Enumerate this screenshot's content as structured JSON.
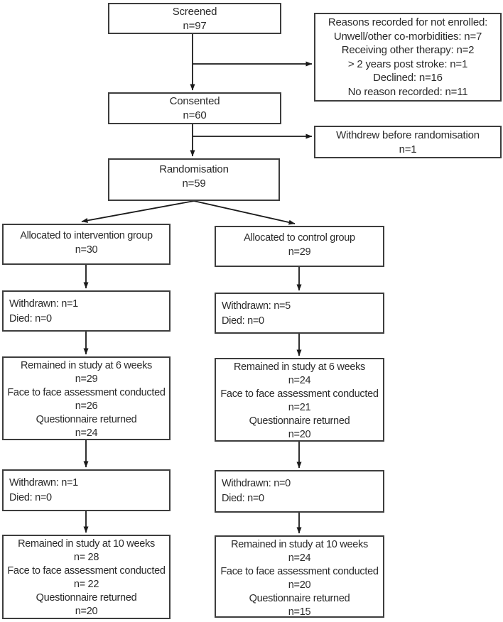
{
  "figure": {
    "colors": {
      "background": "#ffffff",
      "box_border": "#3d3d3d",
      "arrow": "#1a1a1a",
      "text": "#2a2a2a"
    },
    "boxes": {
      "screened": {
        "lines": [
          "Screened",
          "n=97"
        ]
      },
      "not_enrolled_reasons": {
        "lines": [
          "Reasons recorded for not enrolled:",
          "Unwell/other co-morbidities: n=7",
          "Receiving other therapy: n=2",
          "> 2 years post stroke: n=1",
          "Declined: n=16",
          "No reason recorded: n=11"
        ]
      },
      "consented": {
        "lines": [
          "Consented",
          "n=60"
        ]
      },
      "withdrew_before_randomisation": {
        "lines": [
          "Withdrew before randomisation",
          "n=1"
        ]
      },
      "randomisation": {
        "lines": [
          "Randomisation",
          "n=59"
        ]
      },
      "intervention": {
        "allocated": {
          "lines": [
            "Allocated to intervention group",
            "n=30"
          ]
        },
        "withdrawn_1": {
          "lines": [
            "Withdrawn: n=1",
            "Died: n=0"
          ]
        },
        "week6": {
          "lines": [
            "Remained in study at 6 weeks",
            "n=29",
            "Face to face assessment conducted",
            "n=26",
            "Questionnaire returned",
            "n=24"
          ]
        },
        "withdrawn_2": {
          "lines": [
            "Withdrawn: n=1",
            "Died: n=0"
          ]
        },
        "week10": {
          "lines": [
            "Remained in study at 10 weeks",
            "n= 28",
            "Face to face assessment conducted",
            "n= 22",
            "Questionnaire returned",
            "n=20"
          ]
        }
      },
      "control": {
        "allocated": {
          "lines": [
            "Allocated to control group",
            "n=29"
          ]
        },
        "withdrawn_1": {
          "lines": [
            "Withdrawn: n=5",
            "Died: n=0"
          ]
        },
        "week6": {
          "lines": [
            "Remained in study at 6 weeks",
            "n=24",
            "Face to face assessment conducted",
            "n=21",
            "Questionnaire returned",
            "n=20"
          ]
        },
        "withdrawn_2": {
          "lines": [
            "Withdrawn: n=0",
            "Died: n=0"
          ]
        },
        "week10": {
          "lines": [
            "Remained in study at 10 weeks",
            "n=24",
            "Face to face assessment conducted",
            "n=20",
            "Questionnaire returned",
            "n=15"
          ]
        }
      }
    }
  }
}
